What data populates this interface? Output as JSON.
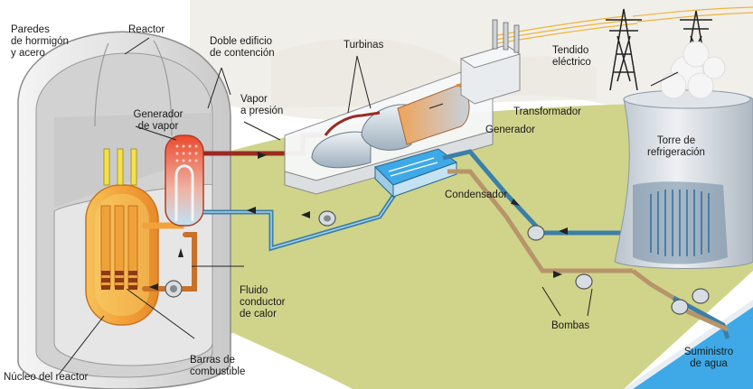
{
  "labels": {
    "paredes": "Paredes\nde hormigón\ny acero",
    "reactor": "Reactor",
    "doble": "Doble edificio\nde contención",
    "turbinas": "Turbinas",
    "tendido": "Tendido\neléctrico",
    "vapor": "Vapor\na presión",
    "generador_vapor": "Generador\nde vapor",
    "transformador": "Transformador",
    "generador": "Generador",
    "torre": "Torre de\nrefrigeración",
    "condensador": "Condensador",
    "fluido": "Fluido\nconductor\nde calor",
    "bombas": "Bombas",
    "suministro": "Suministro\nde agua",
    "nucleo": "Núcleo del reactor",
    "barras": "Barras de\ncombustible"
  },
  "colors": {
    "grass": "#cfd48a",
    "sky": "#f2f0ea",
    "water": "#3ea9e6",
    "steam_pipe": "#9a2a22",
    "cold_pipe": "#3b7fa8",
    "hot_fluid": "#f2a23a",
    "concrete": "#dcdcdc"
  }
}
